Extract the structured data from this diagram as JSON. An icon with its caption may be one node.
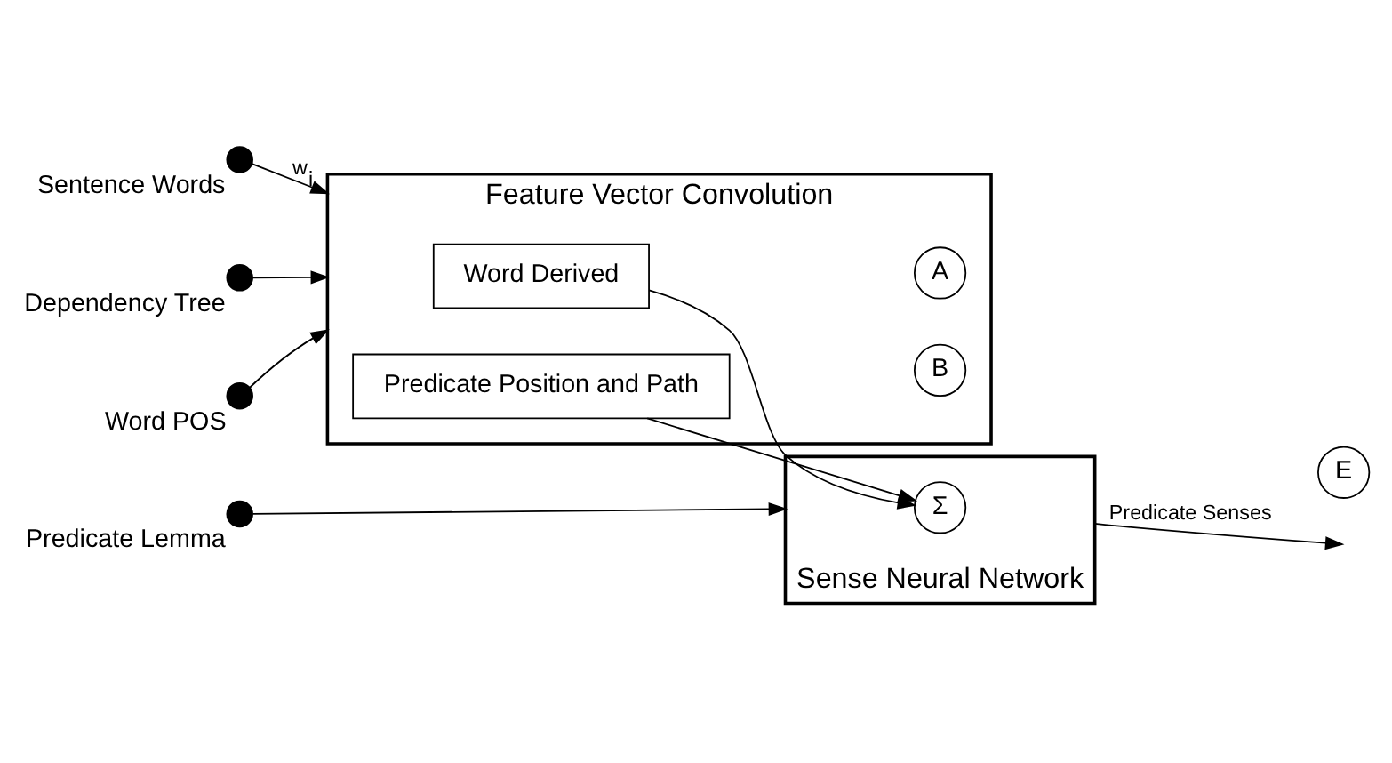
{
  "diagram": {
    "nodes": [
      {
        "text": [
          "Feature Vector Convolution"
        ]
      },
      {
        "text": [
          "Word Derived"
        ],
        "in": 0
      },
      {
        "text": [
          "A"
        ],
        "in": 0
      },
      {
        "text": [
          "Predicate Position and Path"
        ],
        "in": 0
      },
      {
        "text": [
          "B"
        ],
        "in": 0
      },
      {
        "text": [
          "Sense Neural Network"
        ]
      },
      {
        "text": [
          "Σ"
        ],
        "in": 5
      },
      {
        "text": [
          "E"
        ]
      },
      {
        "text": [],
        "shape": "circle",
        "beside": [
          "Sentence Words"
        ]
      },
      {
        "text": [],
        "shape": "circle",
        "beside": [
          "Dependency Tree"
        ]
      },
      {
        "text": [],
        "shape": "circle",
        "beside": [
          "Word POS"
        ]
      },
      {
        "text": [],
        "shape": "circle",
        "beside": [
          "Predicate Lemma"
        ]
      }
    ],
    "edges": [
      {
        "from": 8,
        "to": 0,
        "arrow": "to",
        "label": "w$_{i}$"
      },
      {
        "from": 9,
        "to": 0,
        "arrow": "to"
      },
      {
        "from": 10,
        "to": 0,
        "arrow": "to"
      },
      {
        "from": 11,
        "to": 5,
        "arrow": "to"
      },
      {
        "from": 1,
        "to": 6,
        "arrow": "to"
      },
      {
        "from": 3,
        "to": 6,
        "arrow": "to"
      },
      {
        "from": 5,
        "to": null,
        "arrow": "to",
        "label": "Predicate Senses"
      }
    ]
  }
}
